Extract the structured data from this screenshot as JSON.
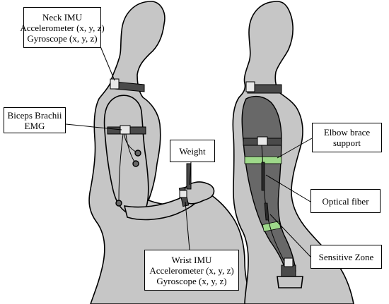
{
  "labels": {
    "neck_imu": [
      "Neck IMU",
      "Accelerometer (x, y, z)",
      "Gyroscope (x, y, z)"
    ],
    "biceps_emg": [
      "Biceps Brachii",
      "EMG"
    ],
    "weight": [
      "Weight"
    ],
    "wrist_imu": [
      "Wrist IMU",
      "Accelerometer (x, y, z)",
      "Gyroscope (x, y, z)"
    ],
    "elbow_brace": [
      "Elbow brace",
      "support"
    ],
    "optical_fiber": [
      "Optical fiber"
    ],
    "sensitive_zone": [
      "Sensitive Zone"
    ]
  },
  "colors": {
    "body_fill": "#c6c6c6",
    "body_outline": "#000000",
    "sleeve_fill": "#686868",
    "strap_fill": "#4a4a4a",
    "brace_green": "#9ed98a",
    "sensor_box": "#e8e8e8",
    "background": "#ffffff"
  }
}
